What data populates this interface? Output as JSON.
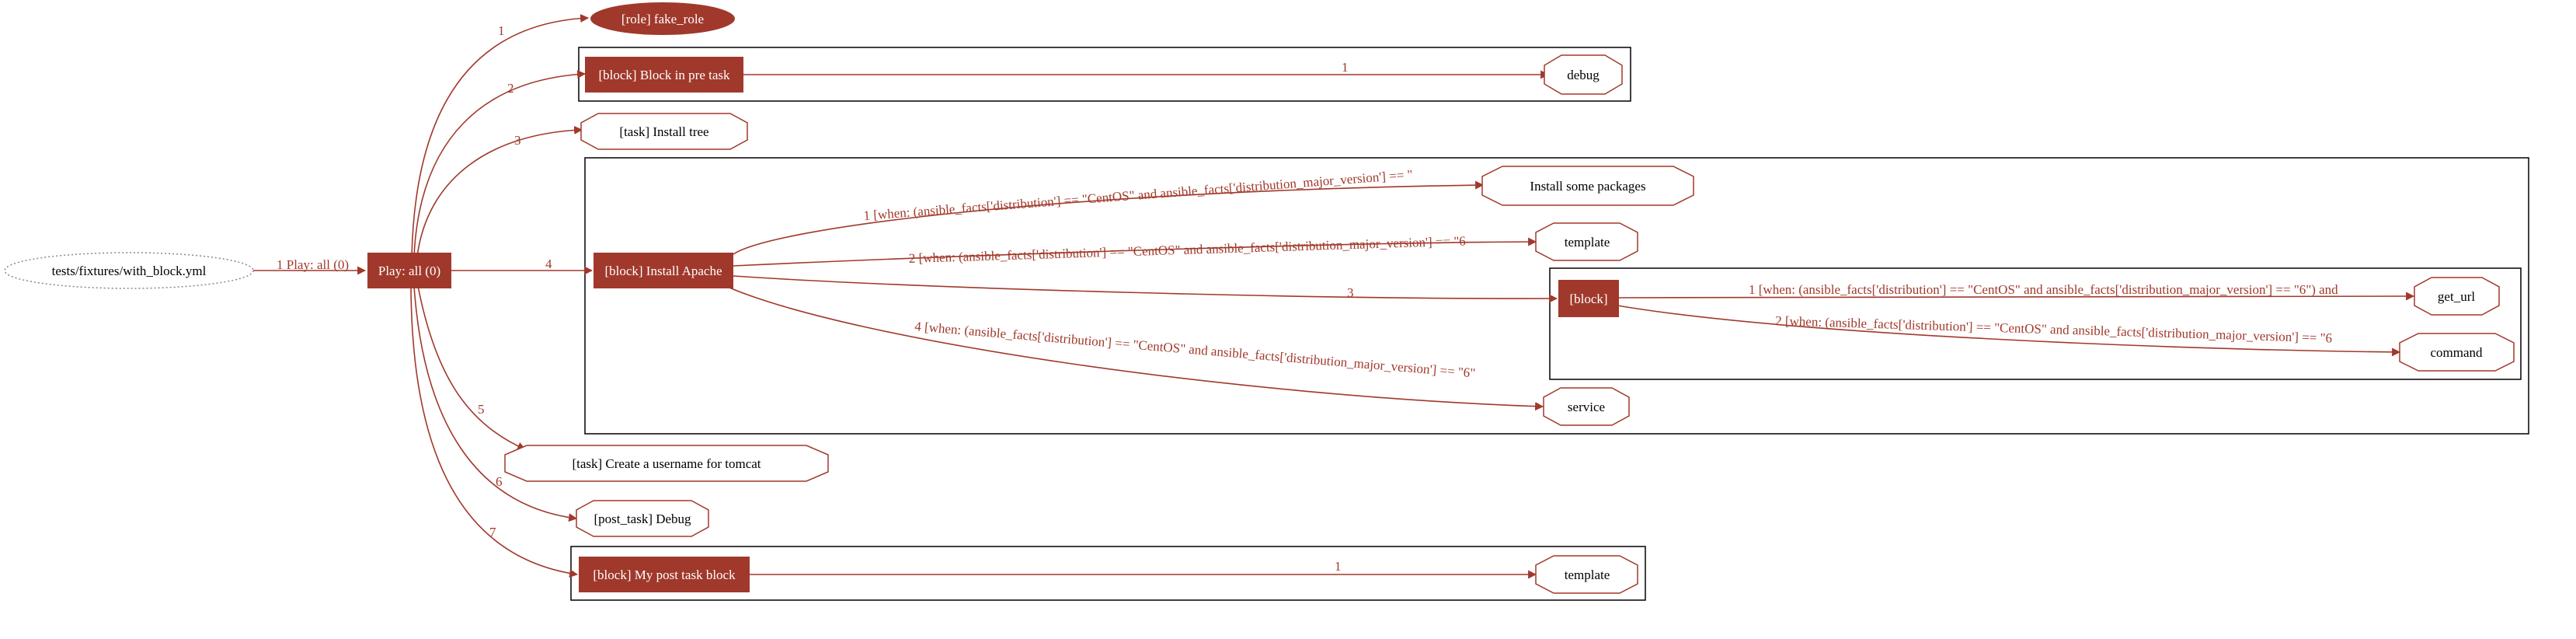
{
  "colors": {
    "accent": "#a0392b",
    "node_fill": "#a0392b",
    "text_on_fill": "#ffffff",
    "text": "#000000",
    "cluster_border": "#000000",
    "playbook_border": "#888888"
  },
  "playbook": {
    "label": "tests/fixtures/with_block.yml"
  },
  "play": {
    "label": "Play: all (0)",
    "edge_label": "1 Play: all (0)"
  },
  "nodes": {
    "fake_role": "[role] fake_role",
    "pre_block": "[block] Block in pre task",
    "debug": "debug",
    "install_tree": "[task] Install tree",
    "install_apache": "[block] Install Apache",
    "install_pkgs": "Install some packages",
    "template1": "template",
    "inner_block": "[block]",
    "get_url": "get_url",
    "command": "command",
    "service": "service",
    "create_user": "[task] Create a username for tomcat",
    "post_debug": "[post_task] Debug",
    "post_block": "[block] My post task block",
    "template2": "template"
  },
  "edges": {
    "play_to_role": "1",
    "play_to_preblock": "2",
    "play_to_tree": "3",
    "play_to_apache": "4",
    "play_to_user": "5",
    "play_to_postdebug": "6",
    "play_to_postblock": "7",
    "preblock_to_debug": "1",
    "apache_to_pkgs": "1 [when: (ansible_facts['distribution'] == \"CentOS\" and ansible_facts['distribution_major_version'] == \"",
    "apache_to_template": "2 [when: (ansible_facts['distribution'] == \"CentOS\" and ansible_facts['distribution_major_version'] == \"6",
    "apache_to_block": "3",
    "apache_to_service": "4 [when: (ansible_facts['distribution'] == \"CentOS\" and ansible_facts['distribution_major_version'] == \"6\"",
    "block_to_geturl": "1 [when: (ansible_facts['distribution'] == \"CentOS\" and ansible_facts['distribution_major_version'] == \"6\") and",
    "block_to_command": "2 [when: (ansible_facts['distribution'] == \"CentOS\" and ansible_facts['distribution_major_version'] == \"6",
    "postblock_to_template": "1"
  }
}
